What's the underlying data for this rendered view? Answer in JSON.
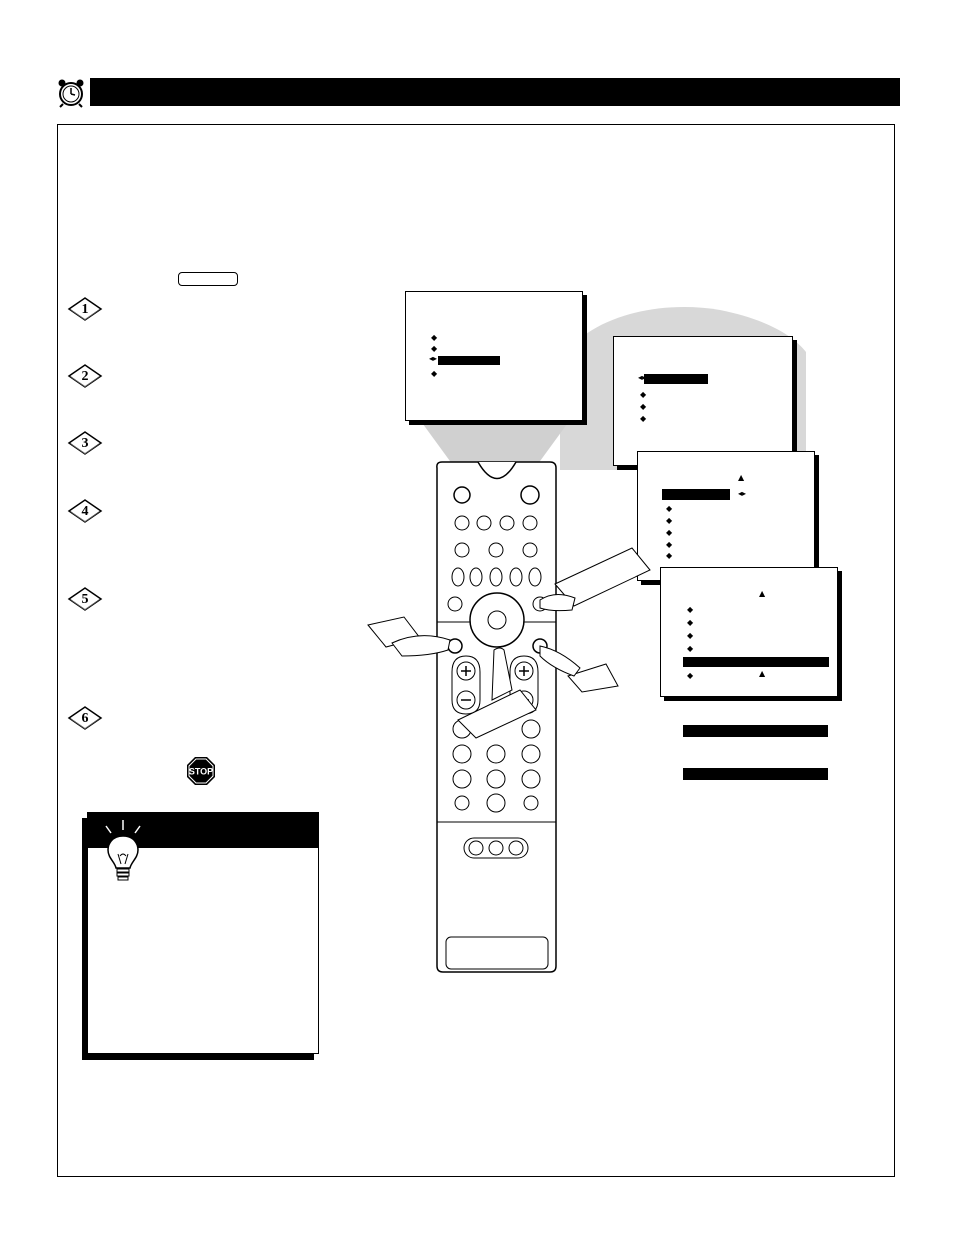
{
  "header": {
    "icon": "alarm-clock-icon",
    "bar_color": "#000000"
  },
  "steps": [
    {
      "number": "1"
    },
    {
      "number": "2"
    },
    {
      "number": "3"
    },
    {
      "number": "4"
    },
    {
      "number": "5"
    },
    {
      "number": "6"
    }
  ],
  "icons": {
    "stop": "STOP",
    "tip": "lightbulb-icon",
    "remote": "remote-control-icon",
    "hand": "pointing-hand-icon"
  },
  "menu_symbols": {
    "bullet": "◆",
    "up_down": "▲",
    "left_right": "◂▸"
  }
}
